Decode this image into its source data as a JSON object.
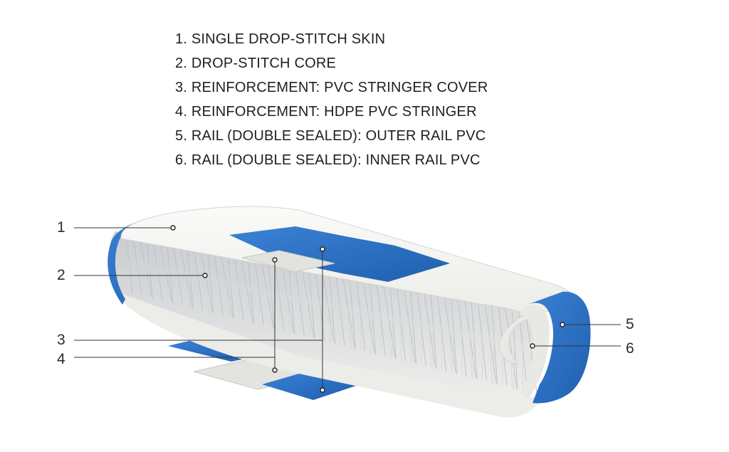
{
  "legend": {
    "items": [
      "1. SINGLE DROP-STITCH SKIN",
      "2. DROP-STITCH CORE",
      "3. REINFORCEMENT: PVC STRINGER COVER",
      "4. REINFORCEMENT: HDPE PVC STRINGER",
      "5. RAIL (DOUBLE SEALED): OUTER RAIL PVC",
      "6. RAIL (DOUBLE SEALED): INNER RAIL PVC"
    ]
  },
  "callouts": {
    "c1": "1",
    "c2": "2",
    "c3": "3",
    "c4": "4",
    "c5": "5",
    "c6": "6"
  },
  "colors": {
    "blue": "#2a6fc4",
    "skin": "#f1f1ee",
    "skin_shadow": "#d9d9d4",
    "stitch": "#bfc3c6",
    "leader": "#333333"
  }
}
